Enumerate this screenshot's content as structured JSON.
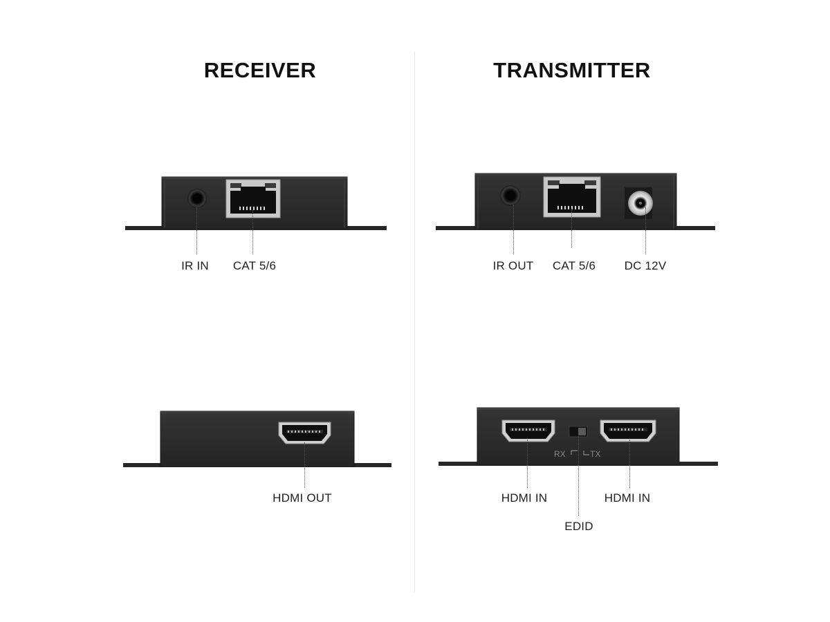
{
  "receiver": {
    "title": "RECEIVER",
    "top_labels": {
      "ir": "IR IN",
      "cat": "CAT 5/6"
    },
    "bottom_labels": {
      "hdmi": "HDMI OUT"
    }
  },
  "transmitter": {
    "title": "TRANSMITTER",
    "top_labels": {
      "ir": "IR OUT",
      "cat": "CAT 5/6",
      "dc": "DC 12V"
    },
    "bottom_labels": {
      "hdmi_left": "HDMI IN",
      "hdmi_right": "HDMI IN",
      "edid": "EDID"
    },
    "switch_labels": {
      "rx": "RX",
      "tx": "TX"
    }
  },
  "colors": {
    "device_body": "#2a2a2a",
    "device_edge": "#1a1a1a",
    "flange": "#262626",
    "rj45_frame": "#c9c9c9",
    "port_black": "#0d0d0d"
  }
}
